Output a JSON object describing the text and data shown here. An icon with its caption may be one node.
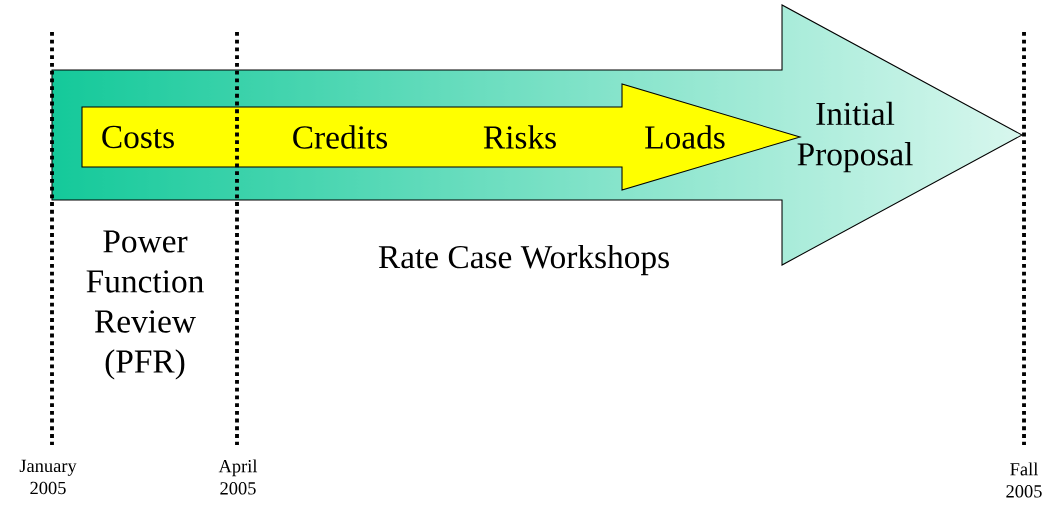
{
  "diagram": {
    "nodes": [
      {
        "text": [
          "Initial Proposal"
        ]
      },
      {
        "text": [
          "Costs",
          "Credits",
          "Risks",
          "Loads"
        ],
        "in": 0
      }
    ],
    "labels": [
      "Power Function Review (PFR)",
      "Rate Case Workshops",
      "January 2005",
      "April 2005",
      "Fall 2005"
    ]
  }
}
